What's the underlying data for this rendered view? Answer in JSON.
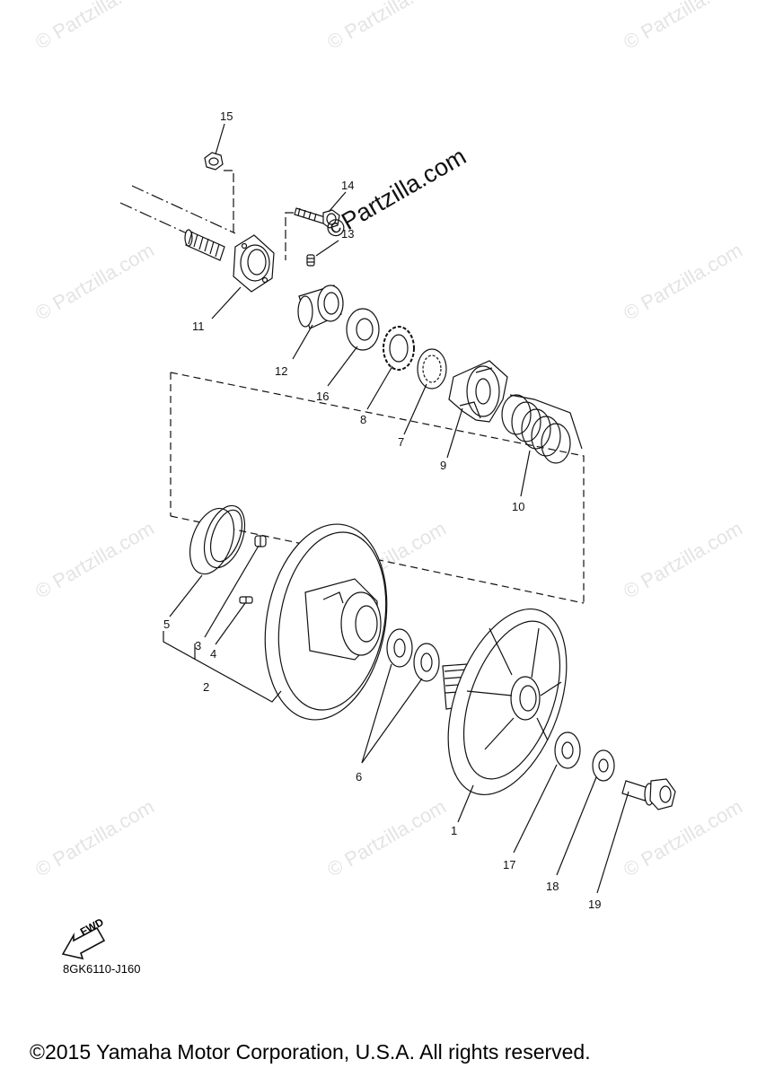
{
  "watermark": "© Partzilla.com",
  "brand_watermark": "©Partzilla.com",
  "diagram_code": "8GK6110-J160",
  "fwd_label": "FWD",
  "copyright": "©2015 Yamaha Motor Corporation, U.S.A. All rights reserved.",
  "callouts": [
    "15",
    "14",
    "13",
    "11",
    "12",
    "16",
    "8",
    "7",
    "9",
    "10",
    "5",
    "3",
    "4",
    "2",
    "6",
    "1",
    "17",
    "18",
    "19"
  ]
}
